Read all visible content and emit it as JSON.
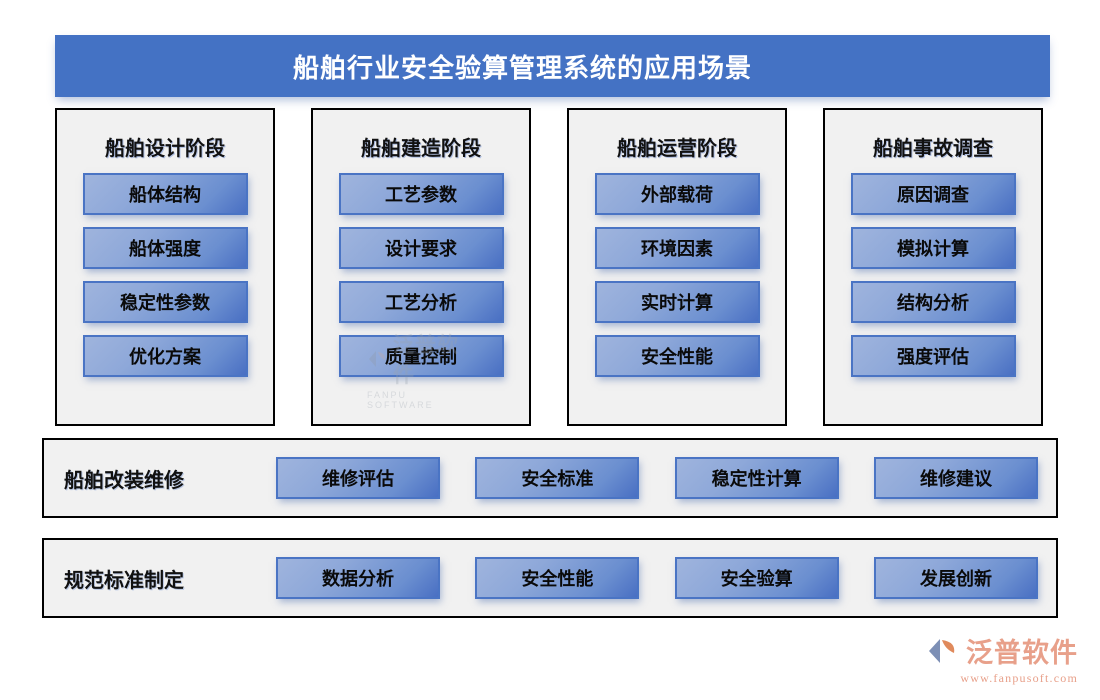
{
  "header": {
    "title": "船舶行业安全验算管理系统的应用场景",
    "bg_color": "#4472C4",
    "text_color": "#FFFFFF"
  },
  "theme": {
    "panel_bg": "#F1F1F1",
    "panel_border": "#000000",
    "chip_border": "#4A74C4",
    "chip_gradient_from": "#9FB4DD",
    "chip_gradient_to": "#496FC3",
    "page_bg": "#FFFFFF"
  },
  "columns": [
    {
      "title": "船舶设计阶段",
      "items": [
        {
          "label": "船体结构"
        },
        {
          "label": "船体强度"
        },
        {
          "label": "稳定性参数"
        },
        {
          "label": "优化方案"
        }
      ]
    },
    {
      "title": "船舶建造阶段",
      "items": [
        {
          "label": "工艺参数"
        },
        {
          "label": "设计要求"
        },
        {
          "label": "工艺分析"
        },
        {
          "label": "质量控制"
        }
      ]
    },
    {
      "title": "船舶运营阶段",
      "items": [
        {
          "label": "外部载荷"
        },
        {
          "label": "环境因素"
        },
        {
          "label": "实时计算"
        },
        {
          "label": "安全性能"
        }
      ]
    },
    {
      "title": "船舶事故调查",
      "items": [
        {
          "label": "原因调查"
        },
        {
          "label": "模拟计算"
        },
        {
          "label": "结构分析"
        },
        {
          "label": "强度评估"
        }
      ]
    }
  ],
  "rows": [
    {
      "label": "船舶改装维修",
      "items": [
        {
          "label": "维修评估"
        },
        {
          "label": "安全标准"
        },
        {
          "label": "稳定性计算"
        },
        {
          "label": "维修建议"
        }
      ]
    },
    {
      "label": "规范标准制定",
      "items": [
        {
          "label": "数据分析"
        },
        {
          "label": "安全性能"
        },
        {
          "label": "安全验算"
        },
        {
          "label": "发展创新"
        }
      ]
    }
  ],
  "watermark": {
    "cn": "泛普软件",
    "en": "FANPU SOFTWARE"
  },
  "corner_logo": {
    "cn": "泛普软件",
    "url": "www.fanpusoft.com",
    "color": "#E8A08A"
  }
}
